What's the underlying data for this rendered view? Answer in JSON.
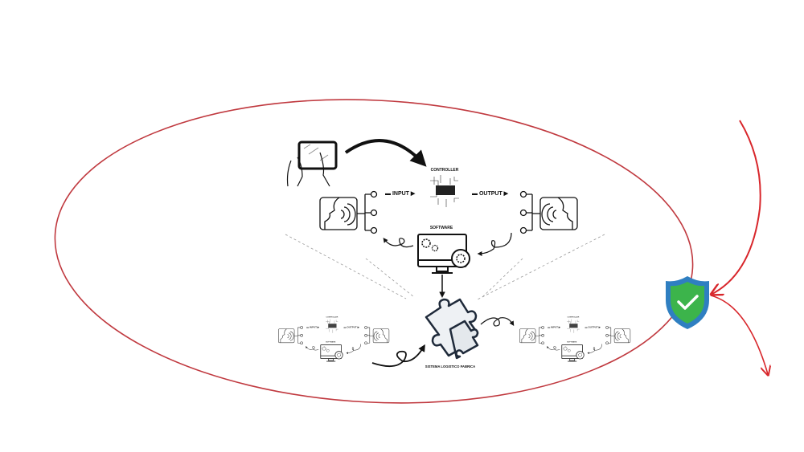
{
  "diagram": {
    "controller_label": "CONTROLLER",
    "input_label": "INPUT",
    "output_label": "OUTPUT",
    "software_label": "SOFTWARE",
    "system_label": "SISTEMA LOGISTICO FABRICA"
  },
  "colors": {
    "ellipse": "#c0393f",
    "red_arrow": "#d8262b",
    "shield_fill": "#3cb44b",
    "shield_border": "#2f7fc1",
    "ink": "#111111"
  },
  "icons": [
    "tablet-touch-icon",
    "chip-icon",
    "voice-input-icon",
    "voice-output-icon",
    "monitor-gears-icon",
    "puzzle-icon",
    "shield-check-icon"
  ]
}
